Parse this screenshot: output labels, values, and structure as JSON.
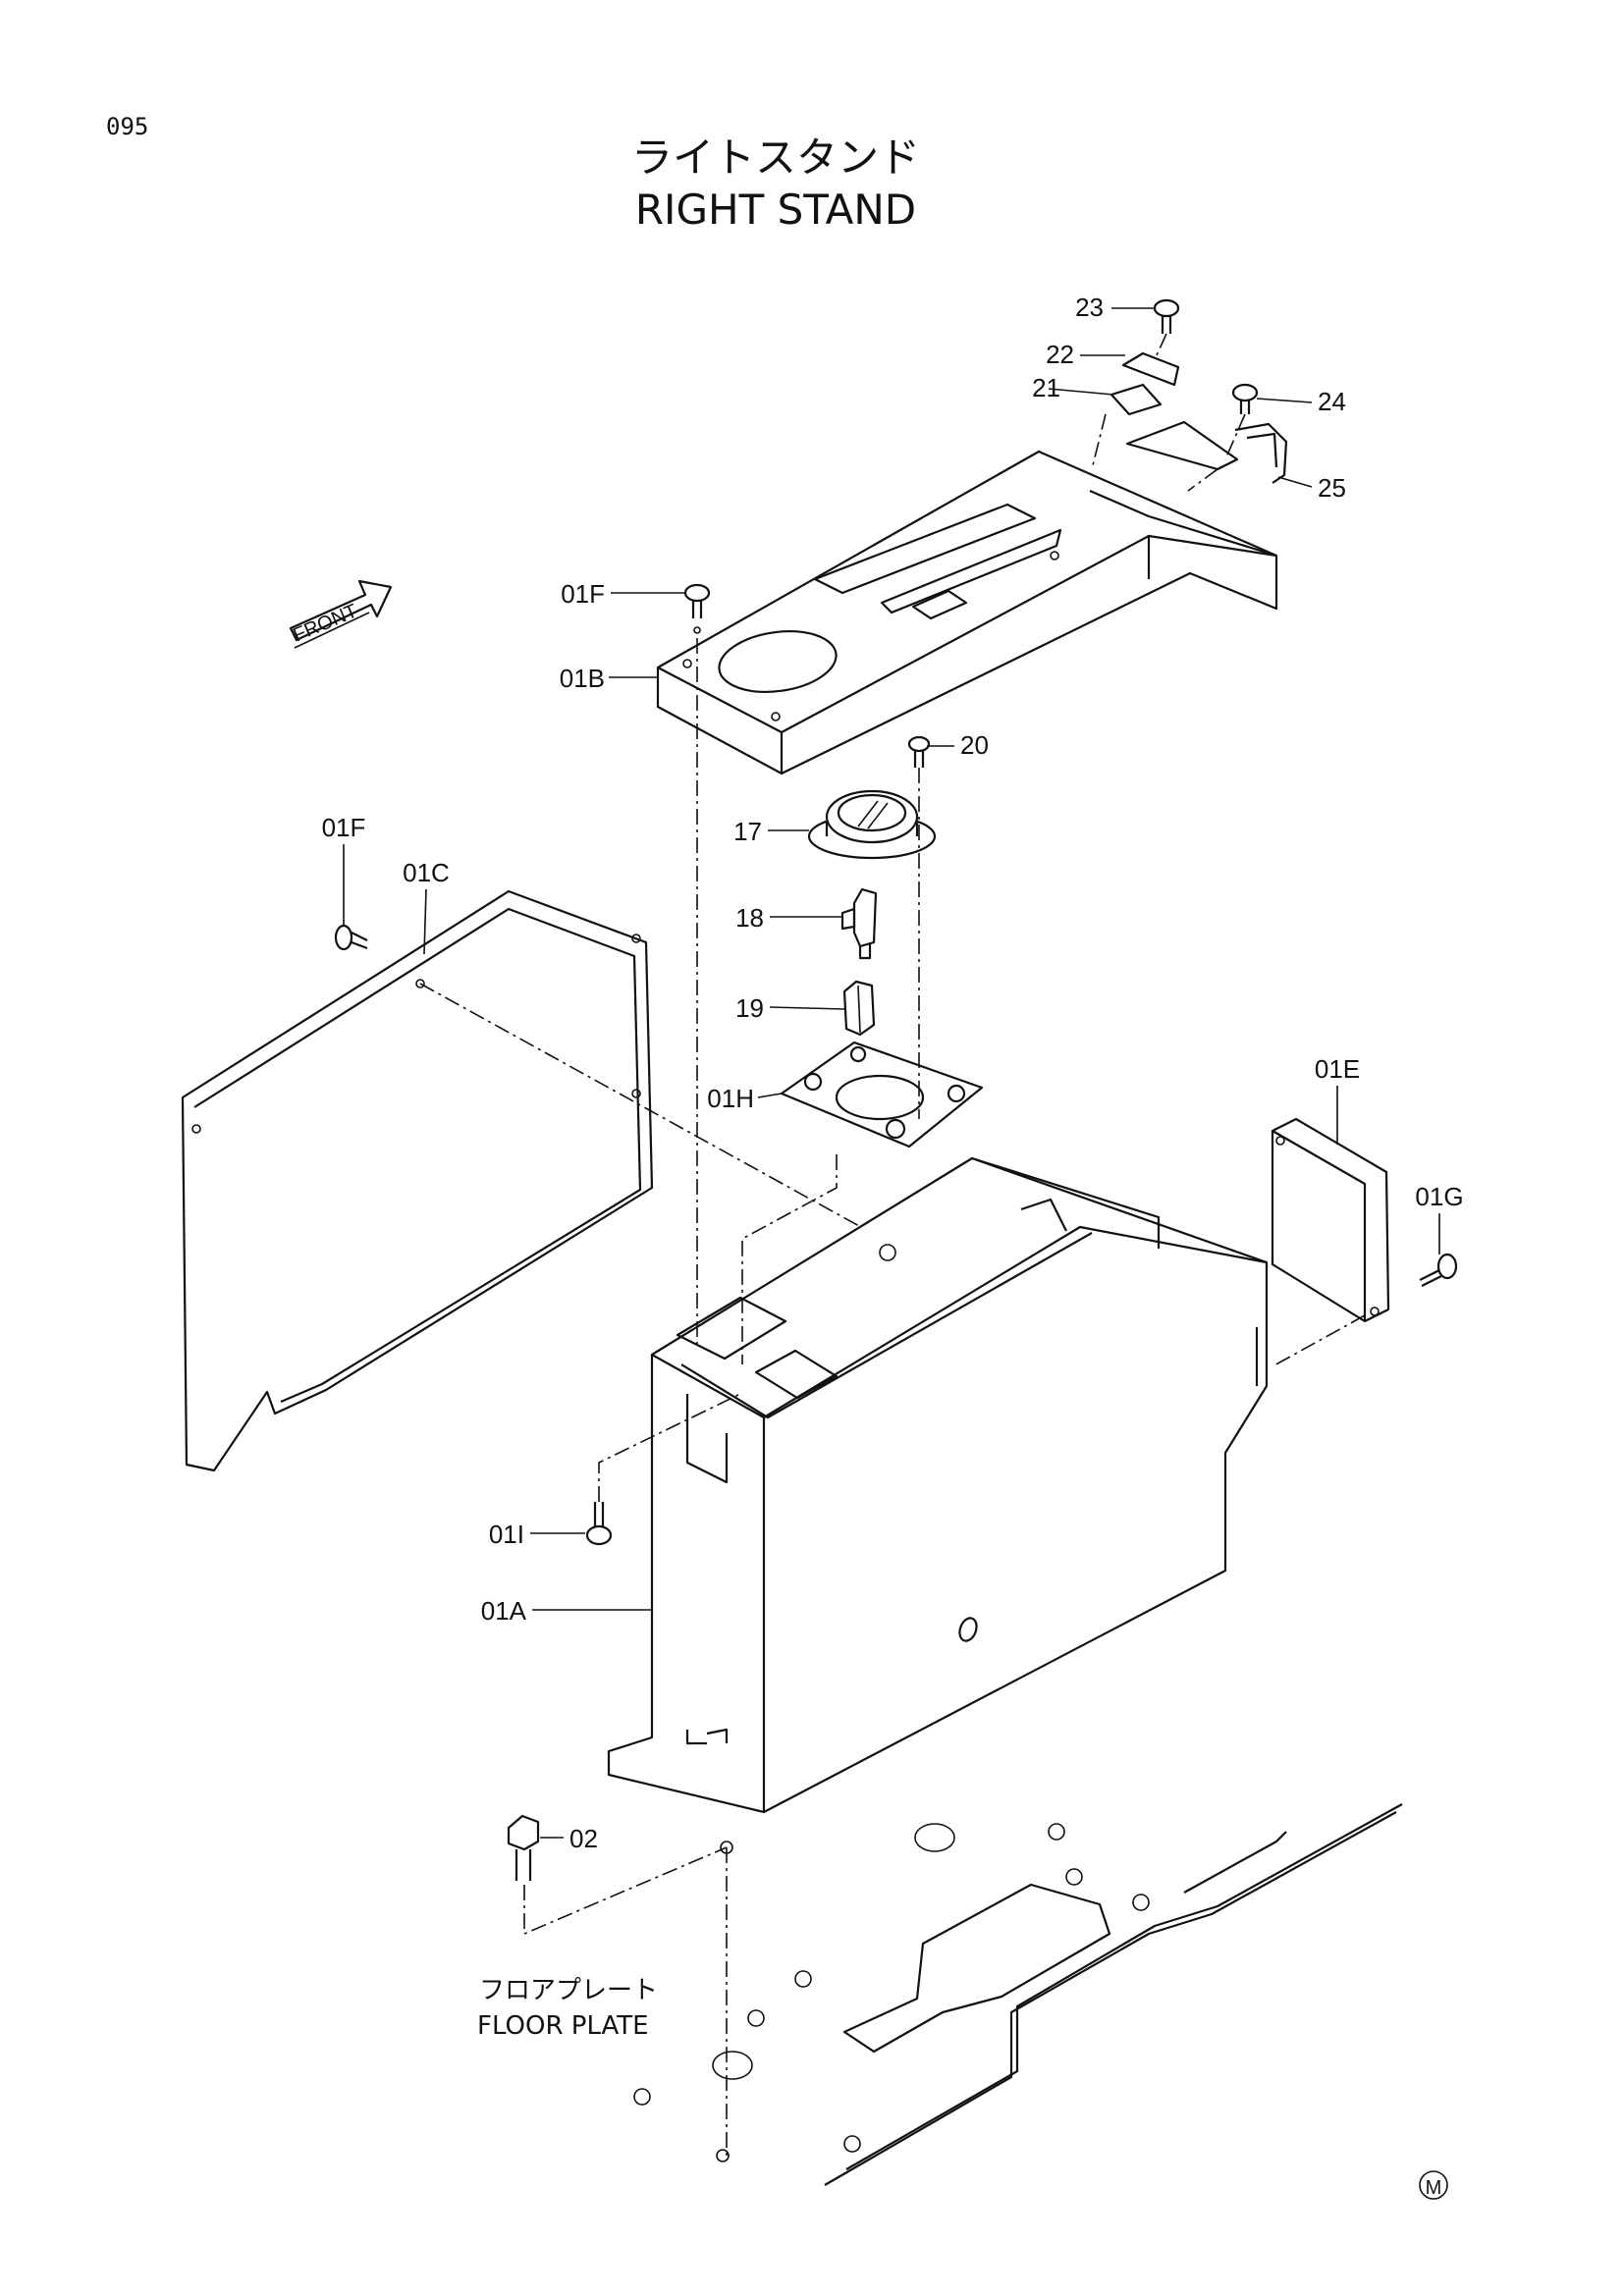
{
  "page_number": "095",
  "title_jp": "ライトスタンド",
  "title_en": "RIGHT STAND",
  "front_arrow": "FRONT",
  "floor_plate_jp": "フロアプレート",
  "floor_plate_en": "FLOOR PLATE",
  "mark": "M",
  "callouts": {
    "c01A": "01A",
    "c01B": "01B",
    "c01C": "01C",
    "c01E": "01E",
    "c01F_top": "01F",
    "c01F_left": "01F",
    "c01G": "01G",
    "c01H": "01H",
    "c01I": "01I",
    "c02": "02",
    "c17": "17",
    "c18": "18",
    "c19": "19",
    "c20": "20",
    "c21": "21",
    "c22": "22",
    "c23": "23",
    "c24": "24",
    "c25": "25"
  }
}
